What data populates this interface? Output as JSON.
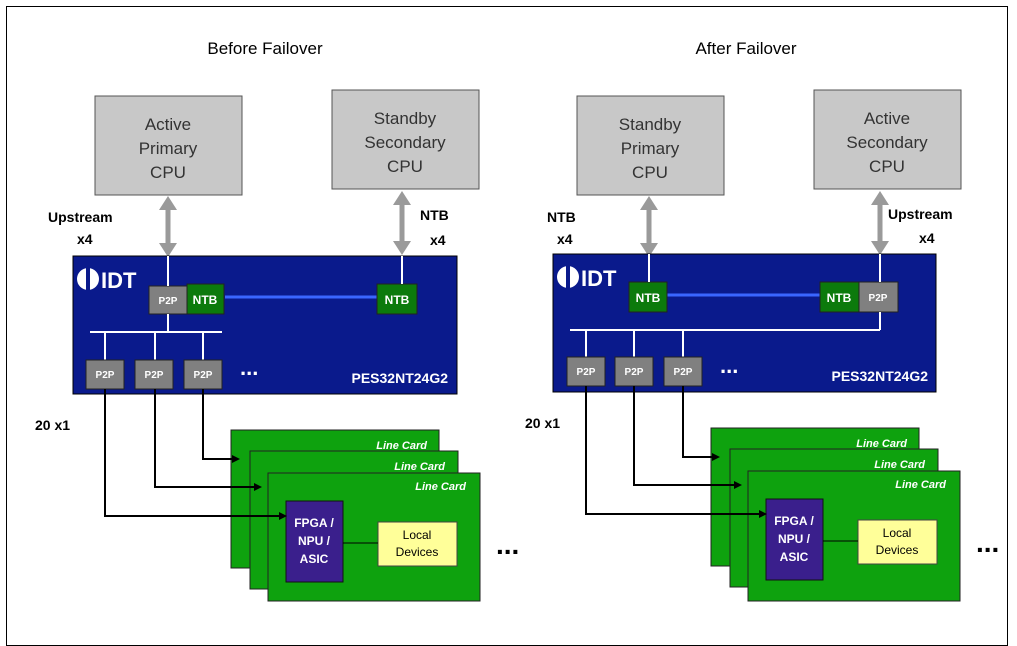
{
  "left": {
    "title": "Before Failover",
    "cpu_a": [
      "Active",
      "Primary",
      "CPU"
    ],
    "cpu_b": [
      "Standby",
      "Secondary",
      "CPU"
    ],
    "link_a": [
      "Upstream",
      "x4"
    ],
    "link_b": [
      "NTB",
      "x4"
    ],
    "logo": "IDT",
    "part": "PES32NT24G2",
    "port_p2p": "P2P",
    "port_ntb": "NTB",
    "ellipsis": "...",
    "downstream": "20 x1",
    "card": "Line Card",
    "fpga": [
      "FPGA /",
      "NPU /",
      "ASIC"
    ],
    "local": [
      "Local",
      "Devices"
    ]
  },
  "right": {
    "title": "After Failover",
    "cpu_a": [
      "Standby",
      "Primary",
      "CPU"
    ],
    "cpu_b": [
      "Active",
      "Secondary",
      "CPU"
    ],
    "link_a": [
      "NTB",
      "x4"
    ],
    "link_b": [
      "Upstream",
      "x4"
    ],
    "logo": "IDT",
    "part": "PES32NT24G2",
    "port_p2p": "P2P",
    "port_ntb": "NTB",
    "ellipsis": "...",
    "downstream": "20 x1",
    "card": "Line Card",
    "fpga": [
      "FPGA /",
      "NPU /",
      "ASIC"
    ],
    "local": [
      "Local",
      "Devices"
    ]
  }
}
